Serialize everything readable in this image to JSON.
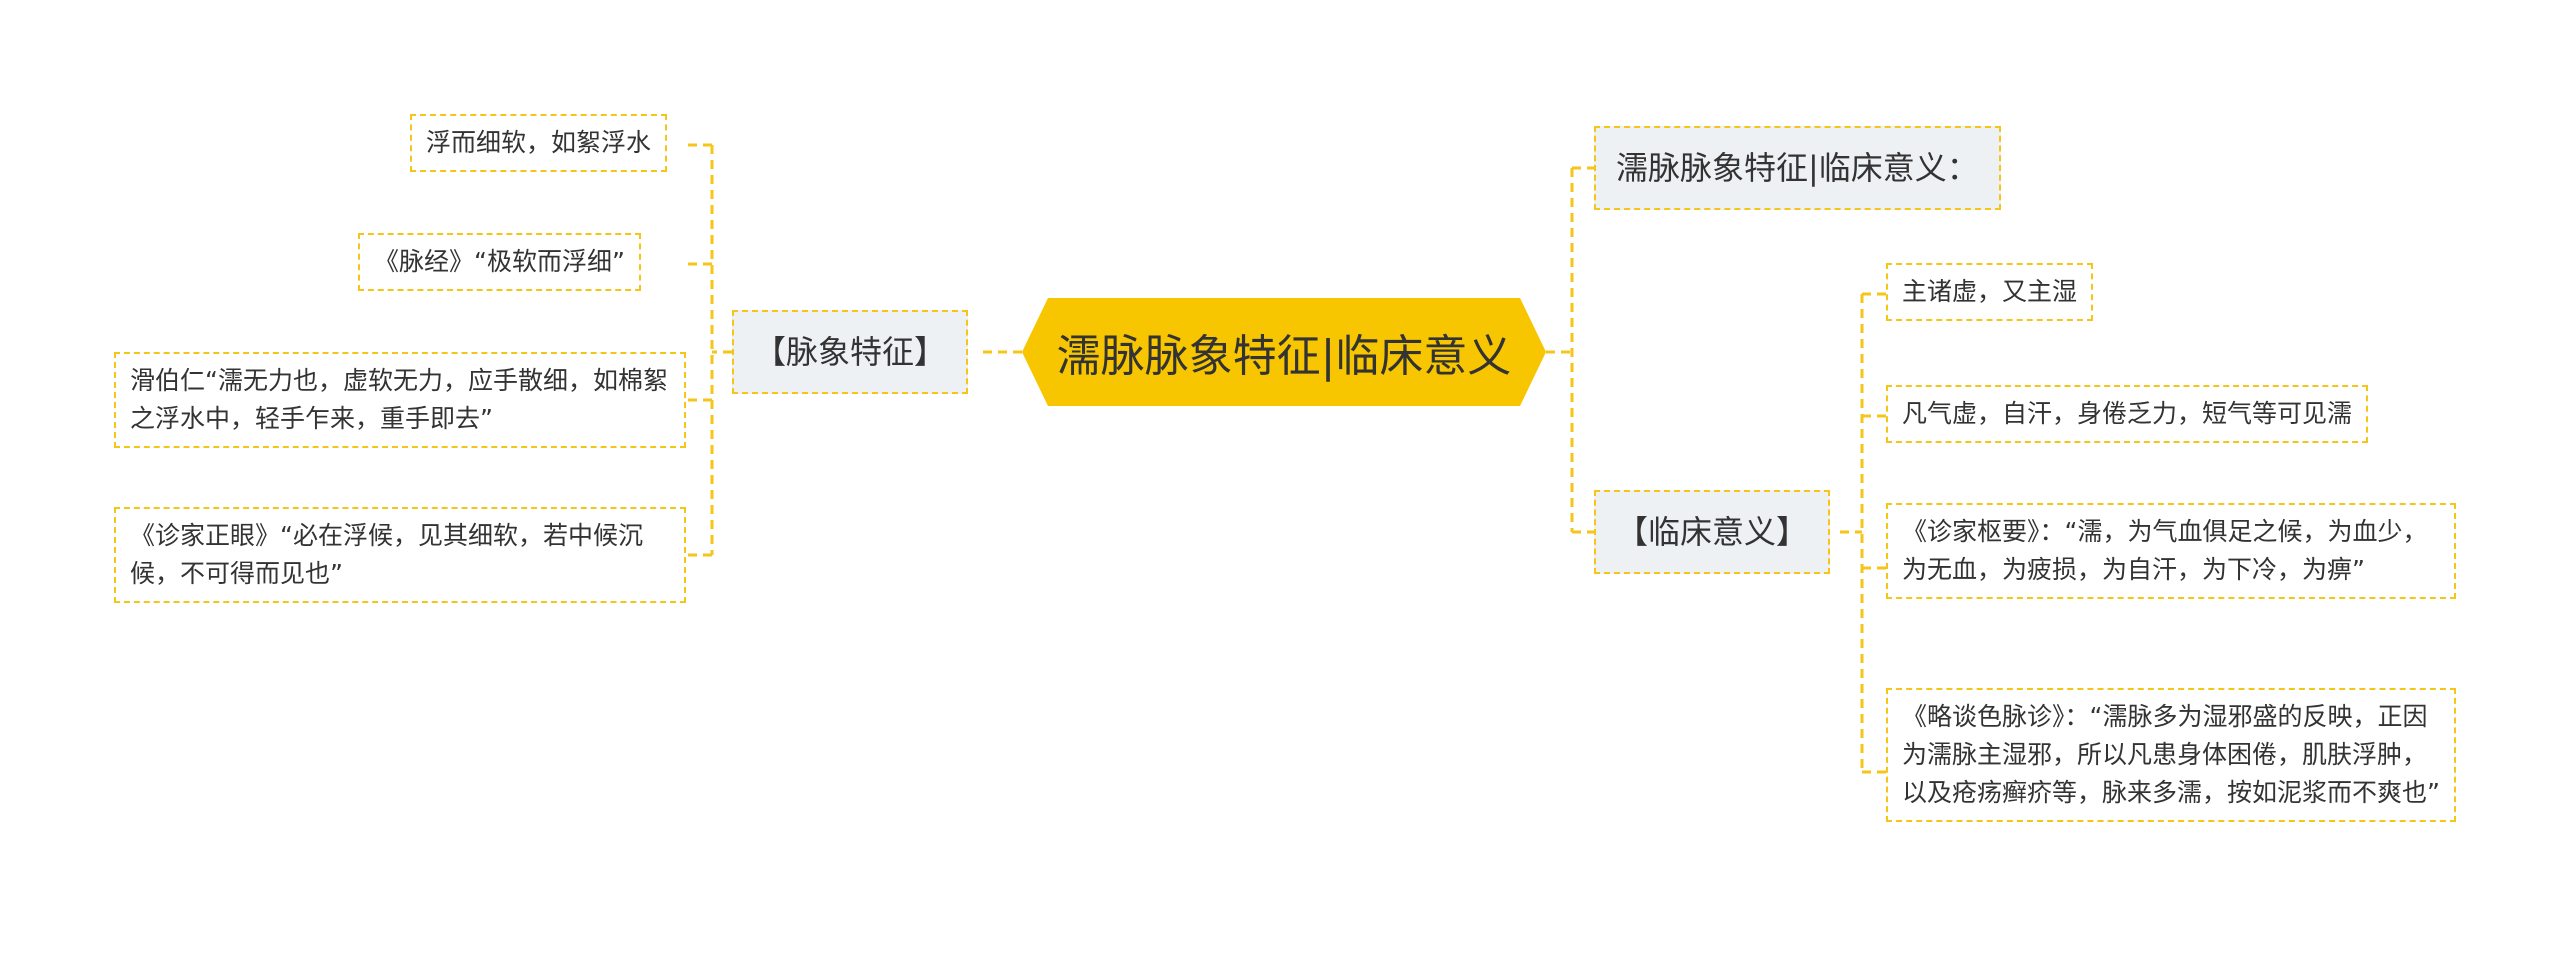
{
  "root": {
    "label": "濡脉脉象特征|临床意义"
  },
  "left_branch": {
    "label": "【脉象特征】",
    "children": [
      "浮而细软，如絮浮水",
      "《脉经》“极软而浮细”",
      "滑伯仁“濡无力也，虚软无力，应手散细，如棉絮之浮水中，轻手乍来，重手即去”",
      "《诊家正眼》“必在浮候，见其细软，若中候沉候，不可得而见也”"
    ]
  },
  "right_top": {
    "label": "濡脉脉象特征|临床意义："
  },
  "right_branch": {
    "label": "【临床意义】",
    "children": [
      "主诸虚，又主湿",
      "凡气虚，自汗，身倦乏力，短气等可见濡",
      "《诊家枢要》：“濡，为气血俱足之候，为血少，为无血，为疲损，为自汗，为下冷，为痹”",
      "《略谈色脉诊》：“濡脉多为湿邪盛的反映，正因为濡脉主湿邪，所以凡患身体困倦，肌肤浮肿，以及疮疡癣疥等，脉来多濡，按如泥浆而不爽也”"
    ]
  },
  "colors": {
    "root_fill": "#f7c600",
    "connector": "#f5c518",
    "branch_fill": "#eef1f4",
    "text": "#333333"
  }
}
